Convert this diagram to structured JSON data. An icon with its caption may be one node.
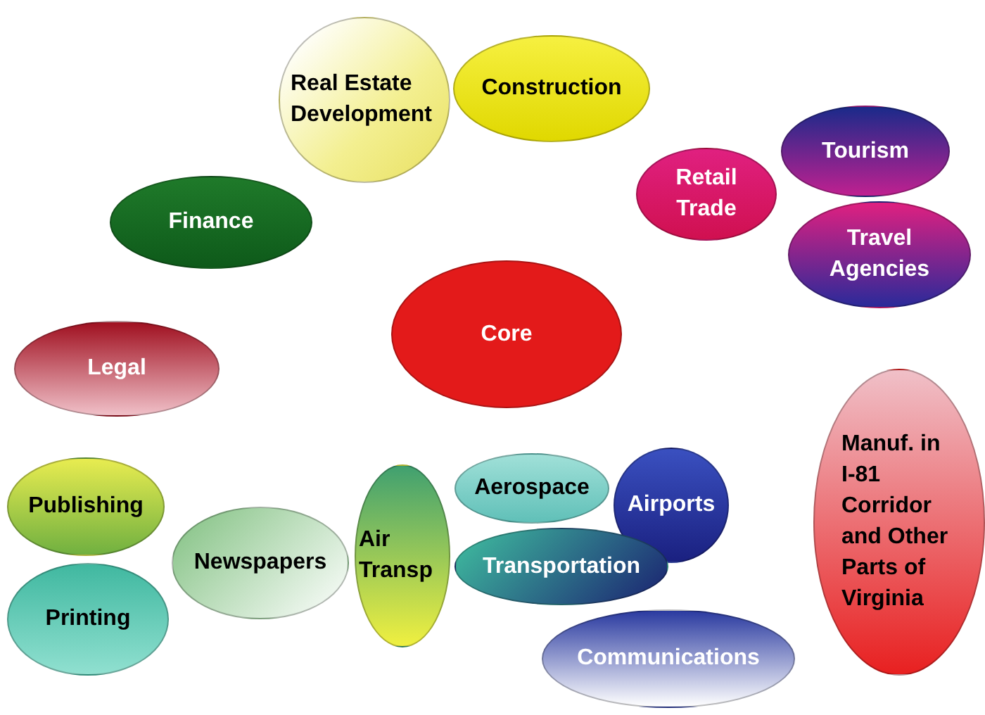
{
  "diagram": {
    "nodes": [
      {
        "text": [
          "Real Estate Development"
        ]
      },
      {
        "text": [
          "Construction"
        ]
      },
      {
        "text": [
          "Retail Trade"
        ]
      },
      {
        "text": [
          "Tourism"
        ]
      },
      {
        "text": [
          "Finance"
        ]
      },
      {
        "text": [
          "Travel Agencies"
        ]
      },
      {
        "text": [
          "Core"
        ]
      },
      {
        "text": [
          "Legal"
        ]
      },
      {
        "text": [
          "Manuf. in I-81 Corridor and Other Parts of Virginia"
        ]
      },
      {
        "text": [
          "Publishing"
        ]
      },
      {
        "text": [
          "Aerospace"
        ]
      },
      {
        "text": [
          "Airports"
        ]
      },
      {
        "text": [
          "Air Transp"
        ]
      },
      {
        "text": [
          "Newspapers"
        ]
      },
      {
        "text": [
          "Transportation"
        ]
      },
      {
        "text": [
          "Printing"
        ]
      },
      {
        "text": [
          "Communications"
        ]
      }
    ]
  }
}
